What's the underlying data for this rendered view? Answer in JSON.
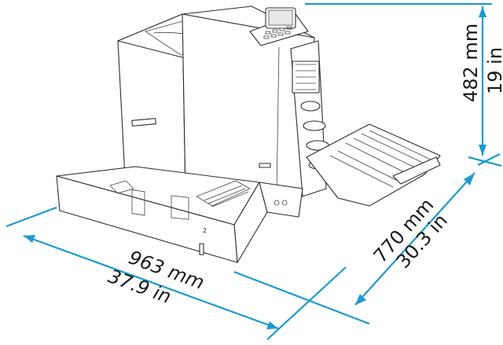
{
  "colors": {
    "dimension_line": "#1b9ad1",
    "outline": "#2d2d2d",
    "background": "#ffffff"
  },
  "dimensions": {
    "width": {
      "metric": "963 mm",
      "imperial": "37.9 in"
    },
    "depth": {
      "metric": "770 mm",
      "imperial": "30.3 in"
    },
    "height": {
      "metric": "482 mm",
      "imperial": "19 in"
    }
  },
  "tray": {
    "number": "2"
  }
}
